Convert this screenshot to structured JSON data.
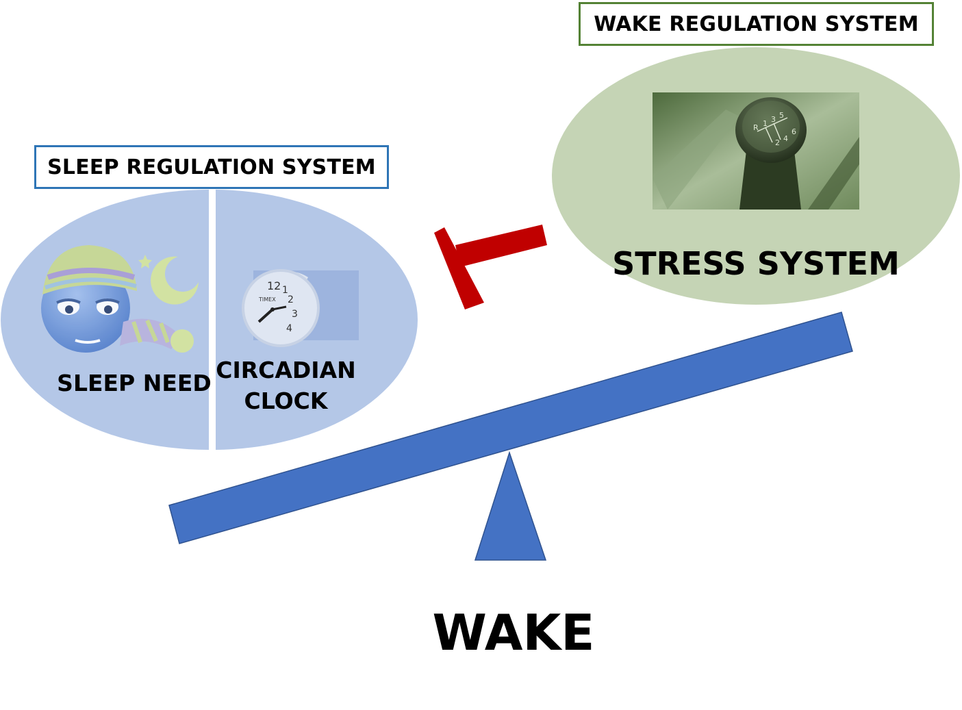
{
  "sleep_system": {
    "title": "SLEEP REGULATION SYSTEM",
    "sleep_need_label": "SLEEP NEED",
    "circadian_label_line1": "CIRCADIAN",
    "circadian_label_line2": "CLOCK",
    "clock_brand": "TIMEX"
  },
  "wake_system": {
    "title": "WAKE REGULATION SYSTEM",
    "stress_label": "STRESS SYSTEM",
    "gear_digits": [
      "R",
      "1",
      "3",
      "5",
      "2",
      "4",
      "6"
    ]
  },
  "balance": {
    "outcome_label": "WAKE"
  },
  "colors": {
    "sleep_ellipse": "#b4c7e7",
    "wake_ellipse": "#c5d4b5",
    "beam": "#4472c4",
    "inhibit": "#c00000",
    "sleep_box_border": "#2e75b6",
    "wake_box_border": "#548235"
  }
}
